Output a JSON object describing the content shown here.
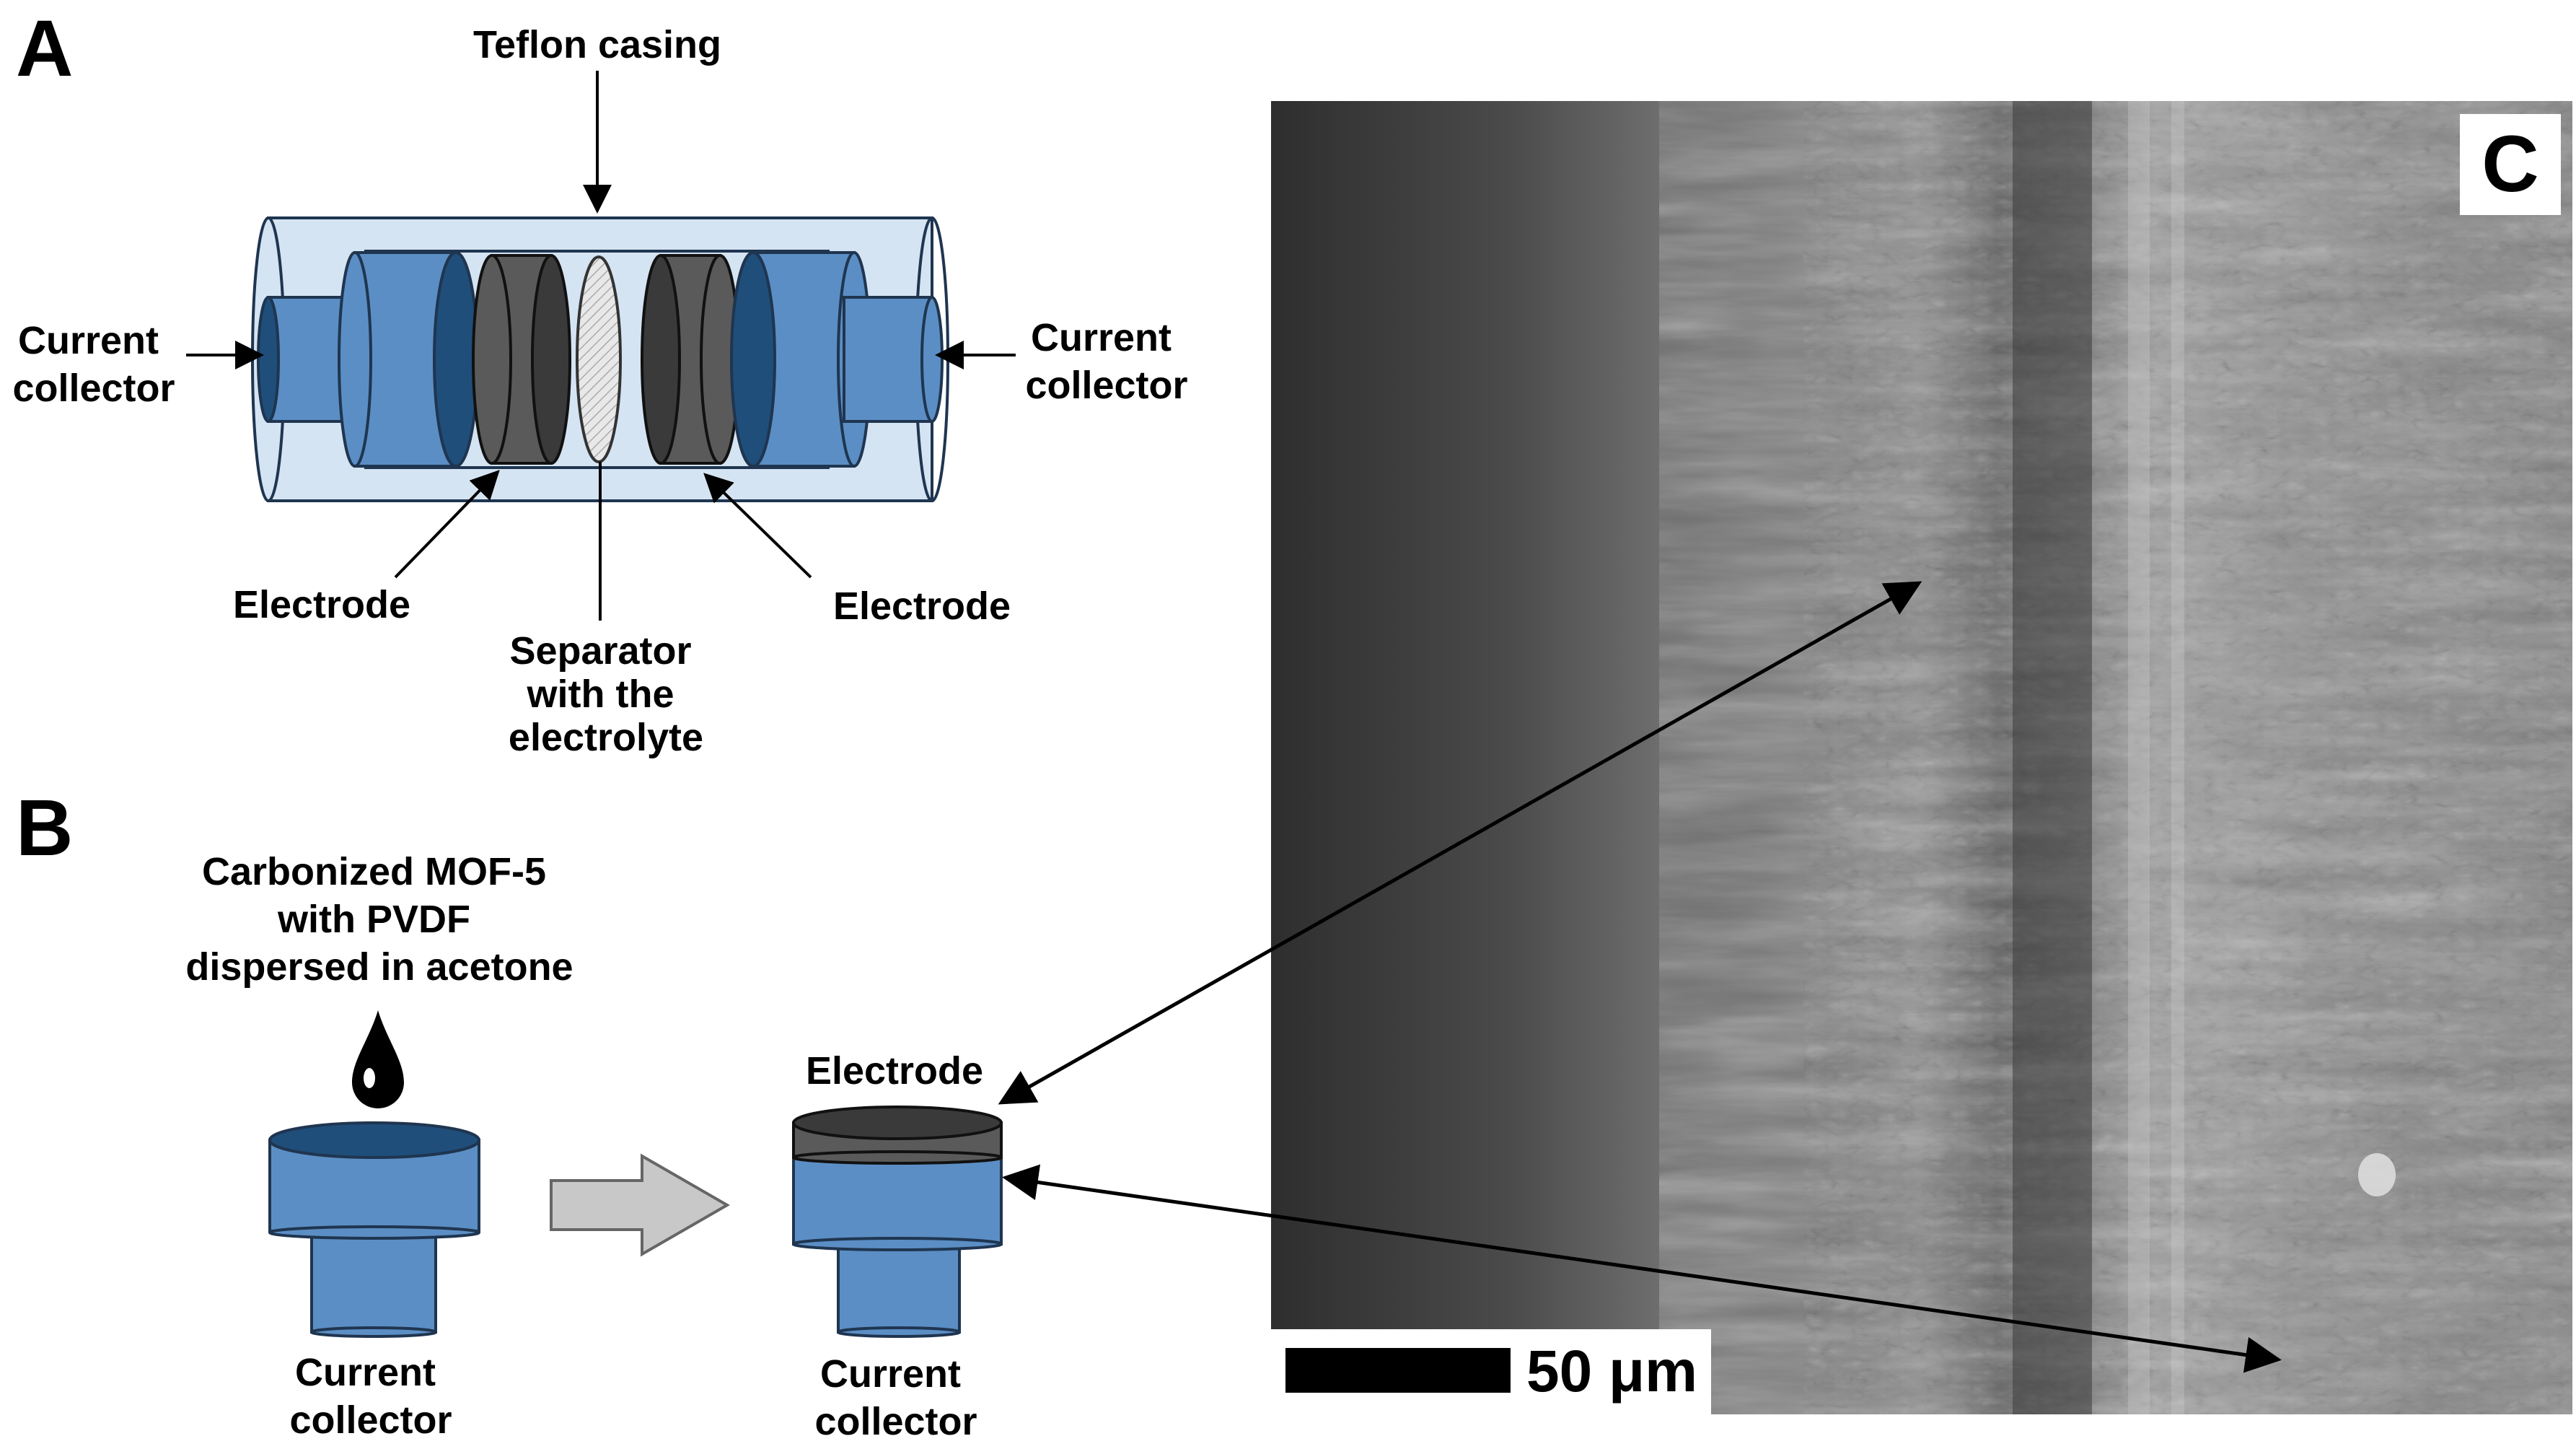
{
  "panels": {
    "a": {
      "letter": "A"
    },
    "b": {
      "letter": "B"
    },
    "c": {
      "letter": "C"
    }
  },
  "panel_a": {
    "casing_label": "Teflon casing",
    "left_collector_label": [
      "Current",
      "collector"
    ],
    "right_collector_label": [
      "Current",
      "collector"
    ],
    "left_electrode_label": "Electrode",
    "right_electrode_label": "Electrode",
    "separator_label": [
      "Separator",
      "with the",
      "electrolyte"
    ]
  },
  "panel_b": {
    "slurry_label": [
      "Carbonized MOF-5",
      "with PVDF",
      "dispersed in acetone"
    ],
    "left_collector_label": [
      "Current",
      "collector"
    ],
    "electrode_label": "Electrode",
    "right_collector_label": [
      "Current",
      "collector"
    ]
  },
  "panel_c": {
    "scale_bar_label": "50 μm"
  },
  "colors": {
    "casing_fill": "#d5e4f2",
    "collector_blue": "#5b8ec4",
    "collector_dark": "#1f4e7a",
    "electrode_dark": "#3a3a3a",
    "electrode_mid": "#5a5a5a",
    "separator_fill": "#e8e8e8",
    "arrow_fill": "#c8c8c8"
  }
}
